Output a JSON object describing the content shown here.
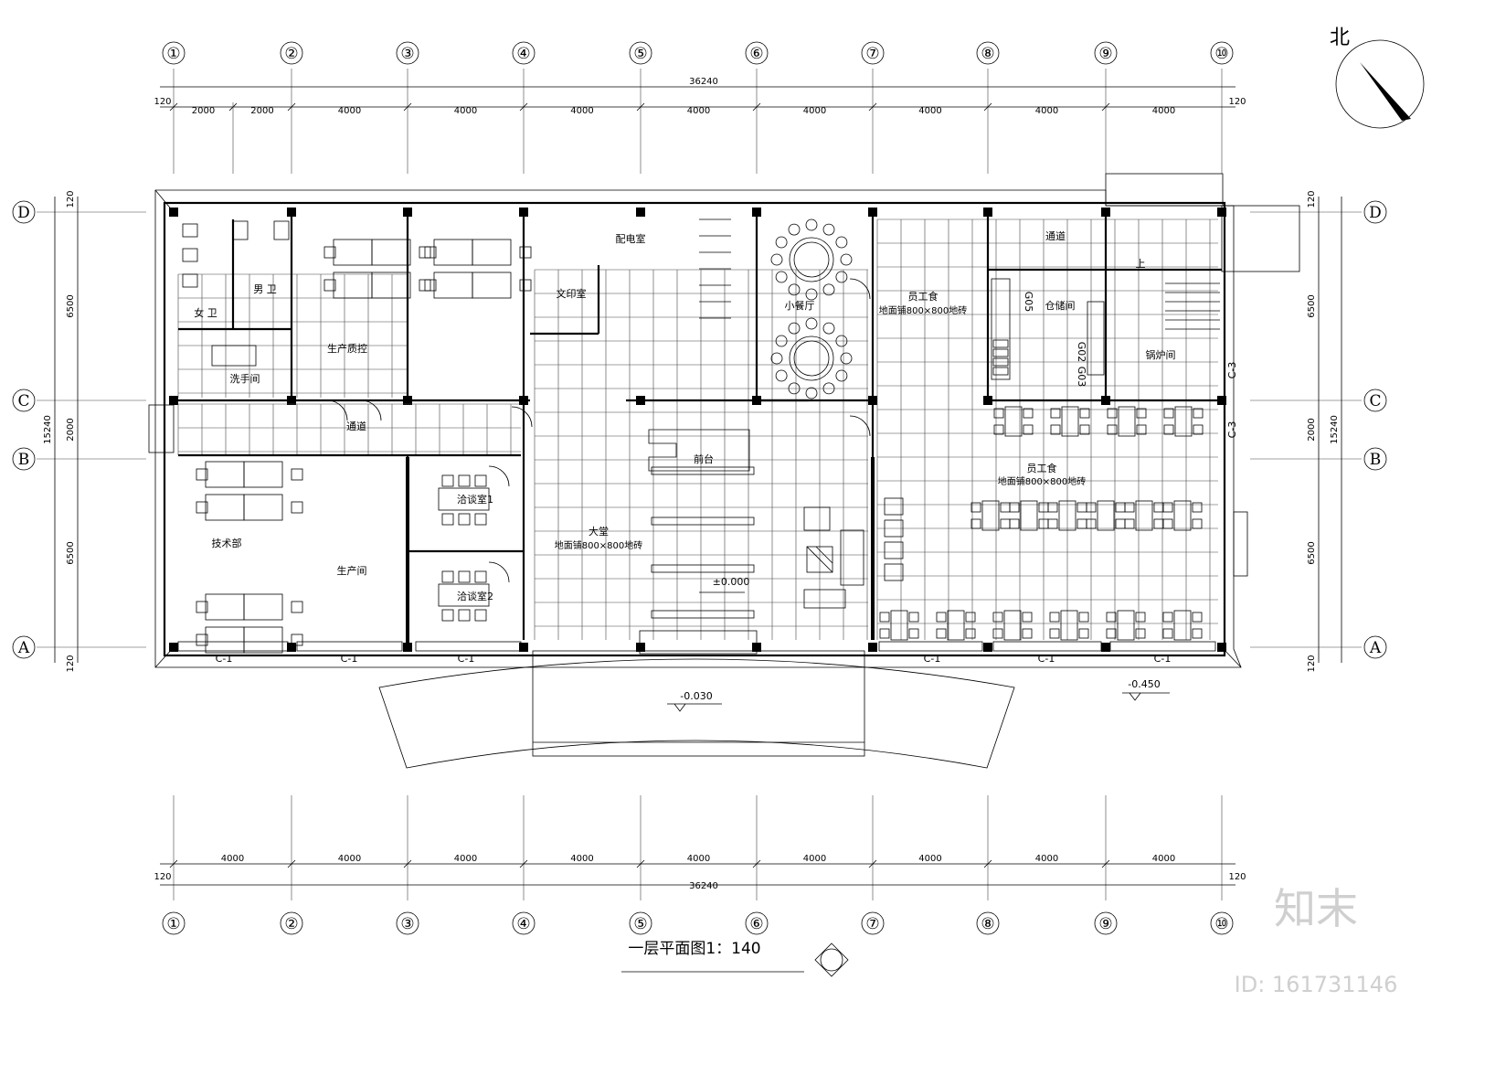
{
  "north_label": "北",
  "axes": {
    "columns": [
      "①",
      "②",
      "③",
      "④",
      "⑤",
      "⑥",
      "⑦",
      "⑧",
      "⑨",
      "⑩"
    ],
    "rows": [
      "D",
      "C",
      "B",
      "A"
    ]
  },
  "dimensions": {
    "top_total": "36240",
    "top_segments": [
      "2000",
      "2000",
      "4000",
      "4000",
      "4000",
      "4000",
      "4000",
      "4000",
      "4000",
      "4000"
    ],
    "bottom_total": "36240",
    "bottom_segments": [
      "4000",
      "4000",
      "4000",
      "4000",
      "4000",
      "4000",
      "4000",
      "4000",
      "4000"
    ],
    "edge": "120",
    "left_total": "15240",
    "side_segments": [
      "6500",
      "2000",
      "6500"
    ]
  },
  "rooms": {
    "female_wc": "女 卫",
    "male_wc": "男 卫",
    "washroom": "洗手间",
    "production_qc": "生产质控",
    "print_room": "文印室",
    "distribution_room": "配电室",
    "small_dining": "小餐厅",
    "staff_canteen_1": "员工食",
    "staff_canteen_1_note": "地面铺800×800地砖",
    "passage": "通道",
    "storage": "仓储间",
    "boiler_room": "锅炉间",
    "corridor": "通道",
    "tech_dept": "技术部",
    "production_room": "生产间",
    "meeting_1": "洽谈室1",
    "meeting_2": "洽谈室2",
    "lobby": "大堂",
    "lobby_note": "地面铺800×800地砖",
    "front_desk": "前台",
    "staff_canteen_2": "员工食",
    "staff_canteen_2_note": "地面铺800×800地砖"
  },
  "elevations": {
    "lobby": "±0.000",
    "front_plaza": "-0.030",
    "east_outside": "-0.450"
  },
  "window_tags": {
    "south": [
      "C-1",
      "C-1",
      "C-1",
      "C-1",
      "C-1",
      "C-1"
    ],
    "east": [
      "C-3",
      "C-3"
    ],
    "stair_mark": "上"
  },
  "equipment_codes": [
    "G05",
    "G02",
    "G03"
  ],
  "title": "一层平面图1：140",
  "watermark": {
    "logo": "知末",
    "id": "ID: 161731146"
  }
}
